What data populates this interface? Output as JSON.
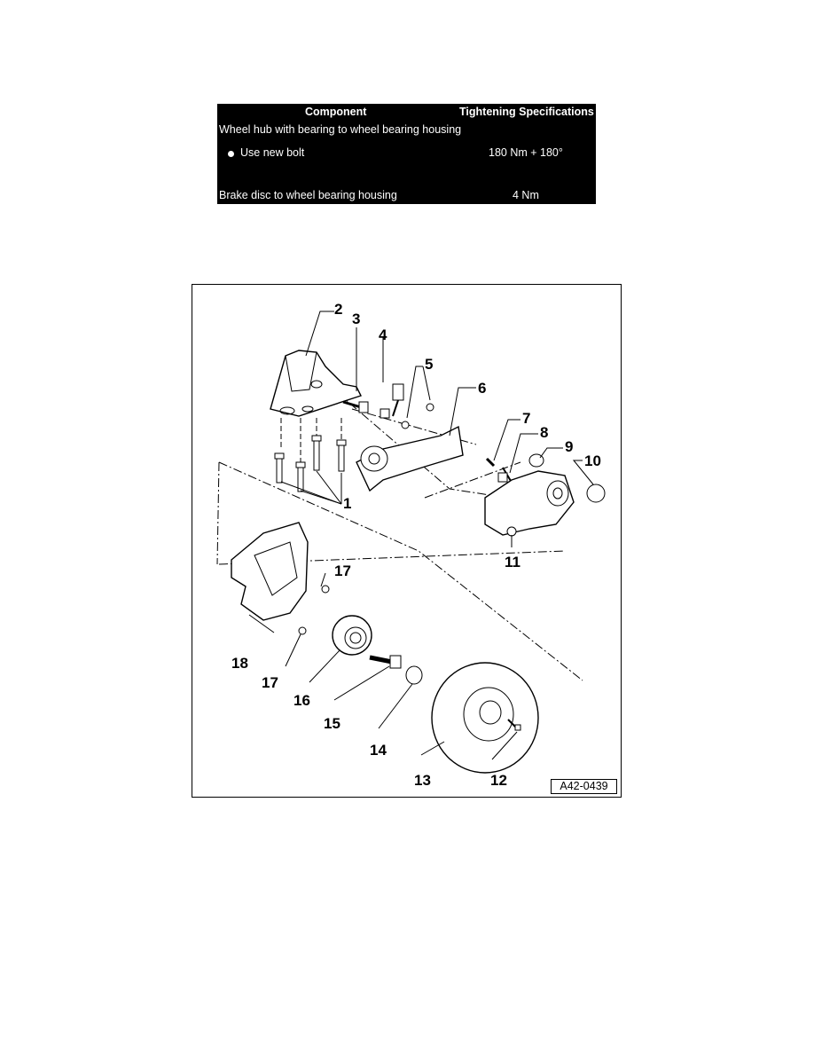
{
  "spec_table": {
    "headers": [
      "Component",
      "Tightening Specifications"
    ],
    "rows": [
      {
        "component": "Wheel hub with bearing to wheel bearing housing",
        "spec": ""
      },
      {
        "component": "Use new bolt",
        "spec": "180 Nm + 180°"
      },
      {
        "component": "Brake disc to wheel bearing housing",
        "spec": "4 Nm"
      }
    ]
  },
  "figure": {
    "id": "A42-0439",
    "callouts": [
      "1",
      "2",
      "3",
      "4",
      "5",
      "6",
      "7",
      "8",
      "9",
      "10",
      "11",
      "12",
      "13",
      "14",
      "15",
      "16",
      "17",
      "17",
      "18"
    ]
  }
}
